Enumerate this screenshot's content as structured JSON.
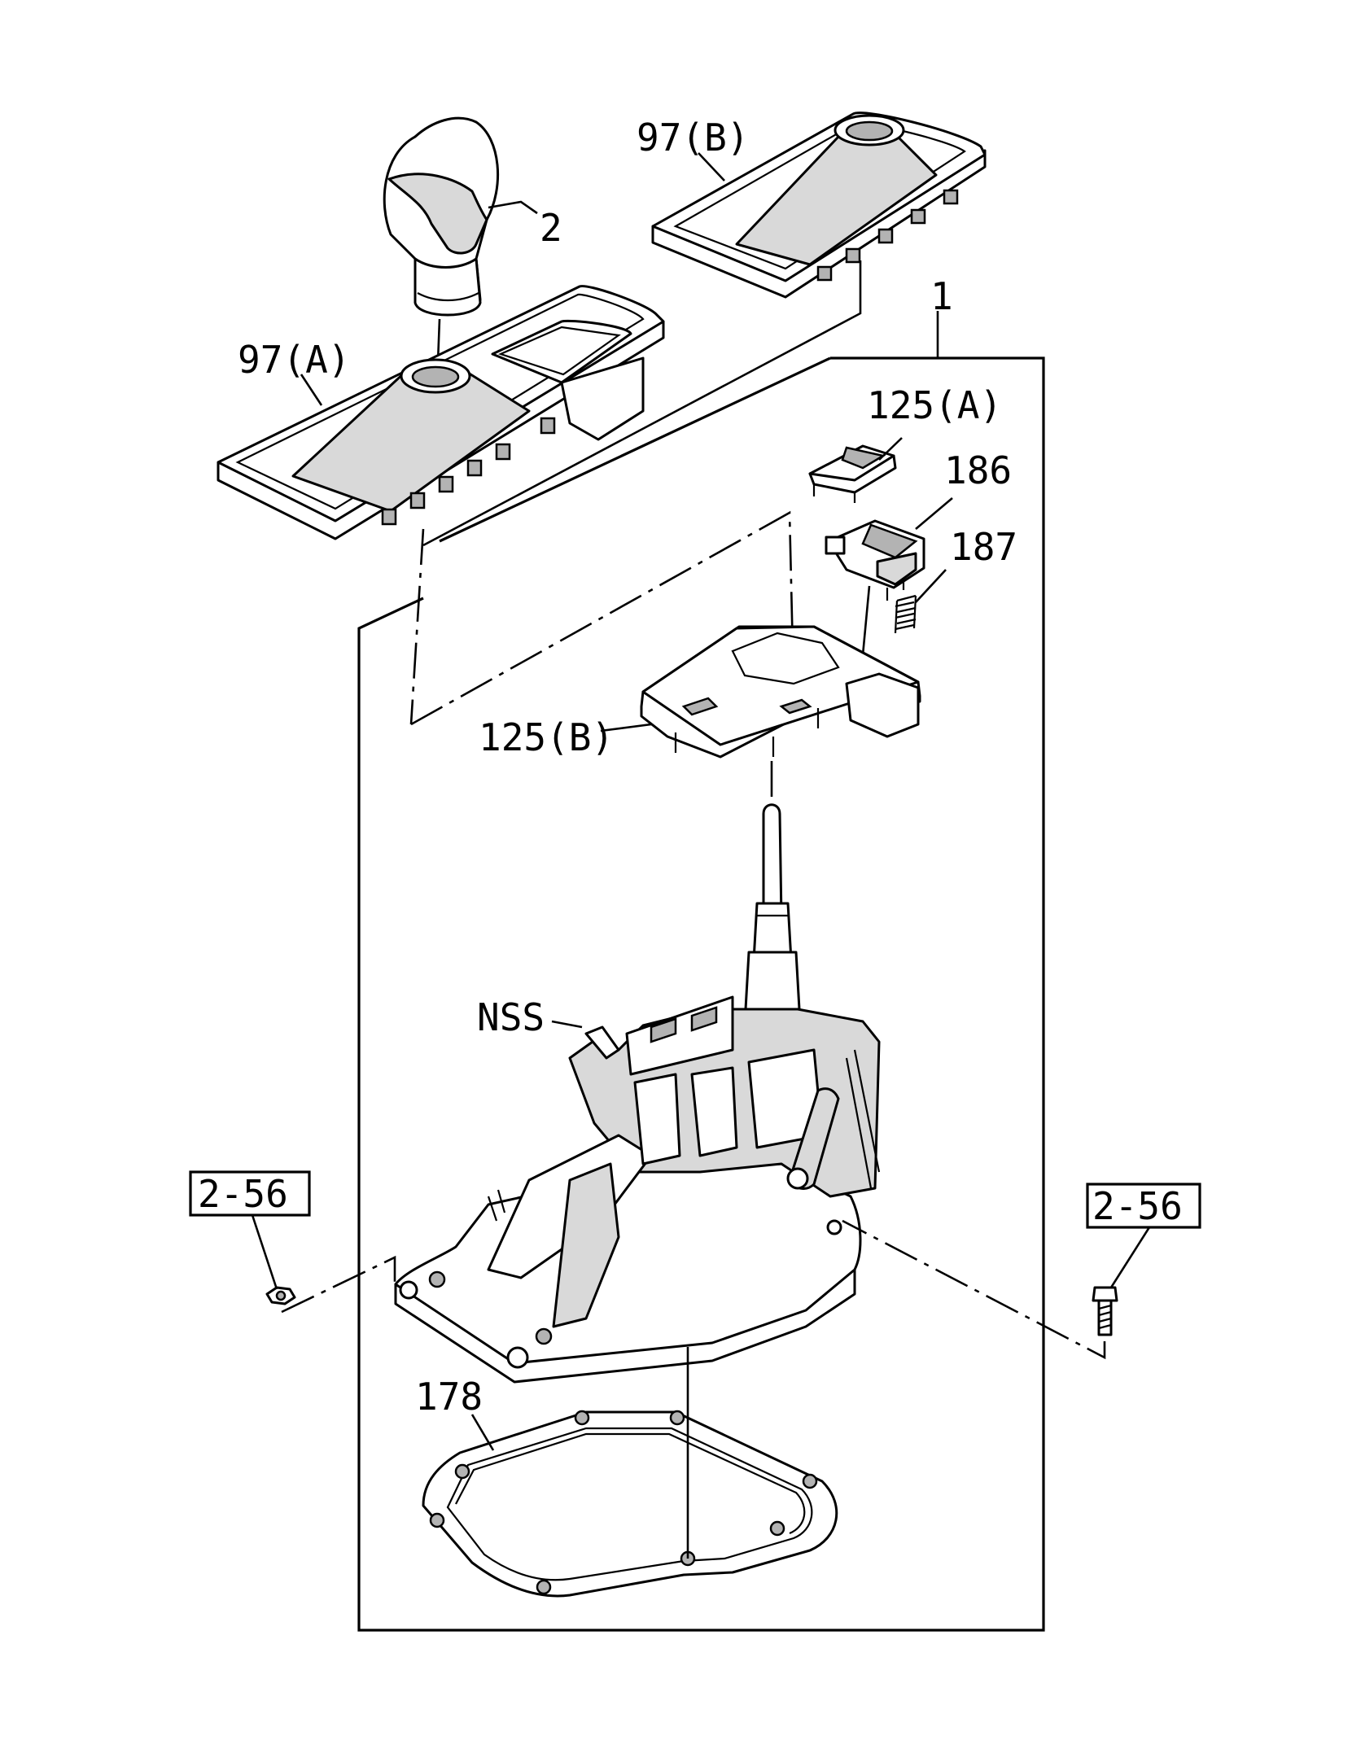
{
  "callouts": {
    "knob": "2",
    "bezel_a": "97(A)",
    "bezel_b": "97(B)",
    "assembly": "1",
    "cover_a": "125(A)",
    "switch": "186",
    "spring": "187",
    "cover_b": "125(B)",
    "nss": "NSS",
    "gasket": "178",
    "ref_left": "2-56",
    "ref_right": "2-56"
  }
}
